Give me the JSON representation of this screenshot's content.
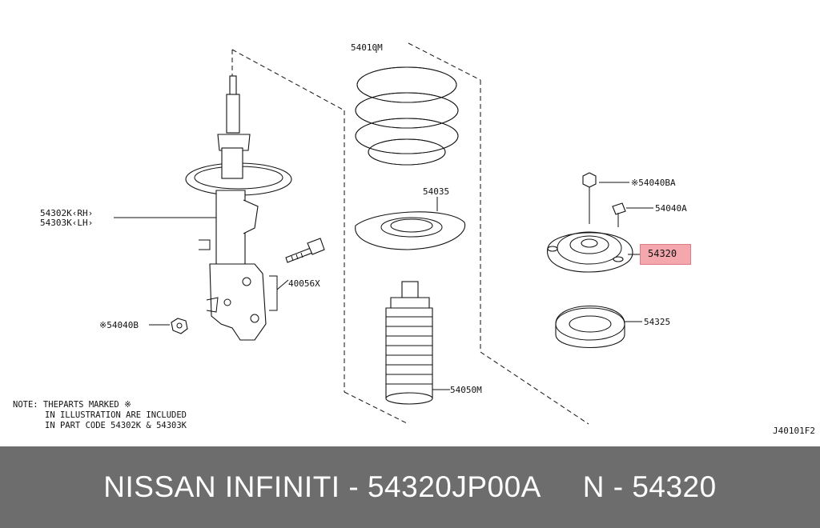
{
  "labels": {
    "coil_spring": "54010M",
    "strut_rh": "54302K‹RH›",
    "strut_lh": "54303K‹LH›",
    "bolt": "40056X",
    "nut_lower": "※54040B",
    "spring_seat": "54035",
    "bound_bumper": "54050M",
    "nut_top": "※54040BA",
    "top_bolt": "54040A",
    "mount_highlighted": "54320",
    "bearing": "54325"
  },
  "note": {
    "line1": "NOTE: THEPARTS MARKED ※",
    "line2": "IN ILLUSTRATION ARE INCLUDED",
    "line3": "IN PART CODE 54302K & 54303K"
  },
  "diagram_code": "J40101F2",
  "footer": {
    "title": "NISSAN INFINITI - 54320JP00A     N - 54320"
  },
  "colors": {
    "highlight": "#f4a8ad",
    "footer_bg": "#6d6d6d",
    "footer_text": "#ffffff"
  }
}
